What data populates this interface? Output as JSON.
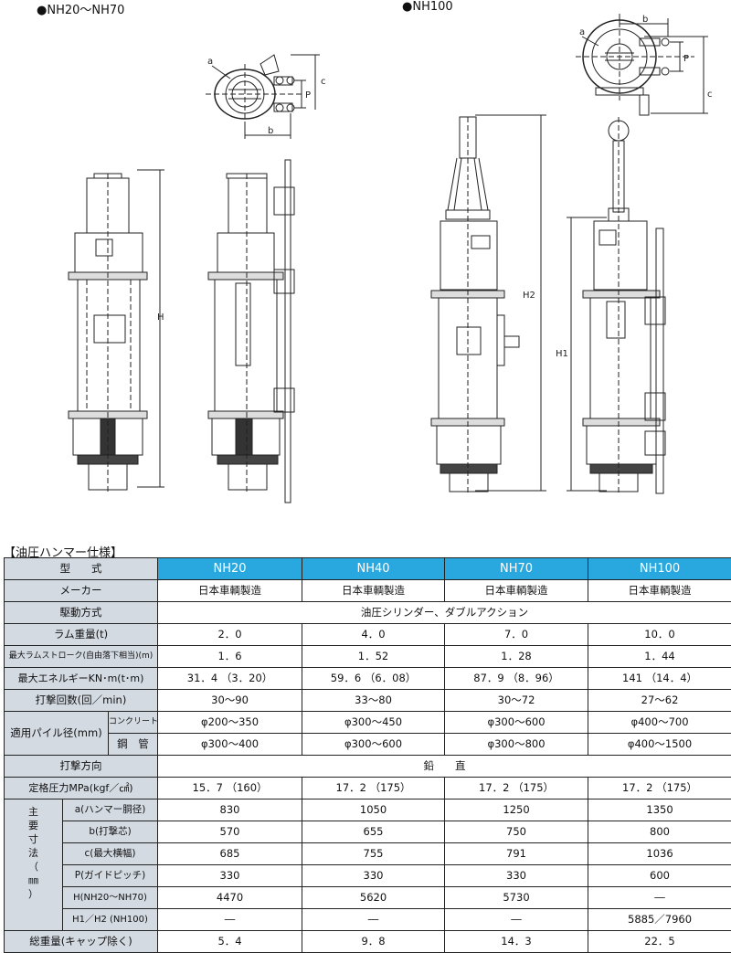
{
  "captions": {
    "left": "●NH20～NH70",
    "right": "●NH100"
  },
  "dim_labels": {
    "a_left": "a",
    "c_left": "c",
    "p_left": "P",
    "b_left": "b",
    "h": "H",
    "b_right": "b",
    "a_right": "a",
    "p_right": "P",
    "c_right": "c",
    "h2": "H2",
    "h1": "H1"
  },
  "spec": {
    "title": "【油圧ハンマー仕様】",
    "header": {
      "label": "型　　式",
      "models": [
        "NH20",
        "NH40",
        "NH70",
        "NH100"
      ]
    },
    "maker": {
      "label": "メーカー",
      "values": [
        "日本車輌製造",
        "日本車輌製造",
        "日本車輌製造",
        "日本車輌製造"
      ]
    },
    "drive": {
      "label": "駆動方式",
      "value": "油圧シリンダー、ダブルアクション"
    },
    "ram_weight": {
      "label": "ラム重量(t)",
      "values": [
        "2．0",
        "4．0",
        "7．0",
        "10．0"
      ]
    },
    "max_stroke": {
      "label": "最大ラムストローク(自由落下相当)(m)",
      "values": [
        "1．6",
        "1．52",
        "1．28",
        "1．44"
      ]
    },
    "max_energy": {
      "label": "最大エネルギーKN･m(t･m)",
      "values": [
        "31．4 （3．20）",
        "59．6 （6．08）",
        "87．9 （8．96）",
        "141 （14．4）"
      ]
    },
    "blows": {
      "label": "打撃回数(回／min)",
      "values": [
        "30～90",
        "33～80",
        "30～72",
        "27～62"
      ]
    },
    "pile": {
      "label": "適用パイル径(mm)",
      "concrete": {
        "label": "コンクリート",
        "values": [
          "φ200～350",
          "φ300～450",
          "φ300～600",
          "φ400～700"
        ]
      },
      "steel": {
        "label": "鋼　管",
        "values": [
          "φ300～400",
          "φ300～600",
          "φ300～800",
          "φ400～1500"
        ]
      }
    },
    "direction": {
      "label": "打撃方向",
      "value": "鉛　　直"
    },
    "pressure": {
      "label": "定格圧力MPa(kgf／㎠)",
      "values": [
        "15．7 （160）",
        "17．2 （175）",
        "17．2 （175）",
        "17．2 （175）"
      ]
    },
    "dims": {
      "label_chars": [
        "主",
        "要",
        "寸",
        "法",
        "（",
        "㎜",
        "）"
      ],
      "rows": [
        {
          "label": "a(ハンマー胴径)",
          "values": [
            "830",
            "1050",
            "1250",
            "1350"
          ]
        },
        {
          "label": "b(打撃芯)",
          "values": [
            "570",
            "655",
            "750",
            "800"
          ]
        },
        {
          "label": "c(最大横幅)",
          "values": [
            "685",
            "755",
            "791",
            "1036"
          ]
        },
        {
          "label": "P(ガイドピッチ)",
          "values": [
            "330",
            "330",
            "330",
            "600"
          ]
        },
        {
          "label": "H(NH20～NH70)",
          "values": [
            "4470",
            "5620",
            "5730",
            "―"
          ]
        },
        {
          "label": "H1／H2 (NH100)",
          "values": [
            "―",
            "―",
            "―",
            "5885／7960"
          ]
        }
      ]
    },
    "total_weight": {
      "label": "総重量(キャップ除く)",
      "values": [
        "5．4",
        "9．8",
        "14．3",
        "22．5"
      ]
    }
  }
}
